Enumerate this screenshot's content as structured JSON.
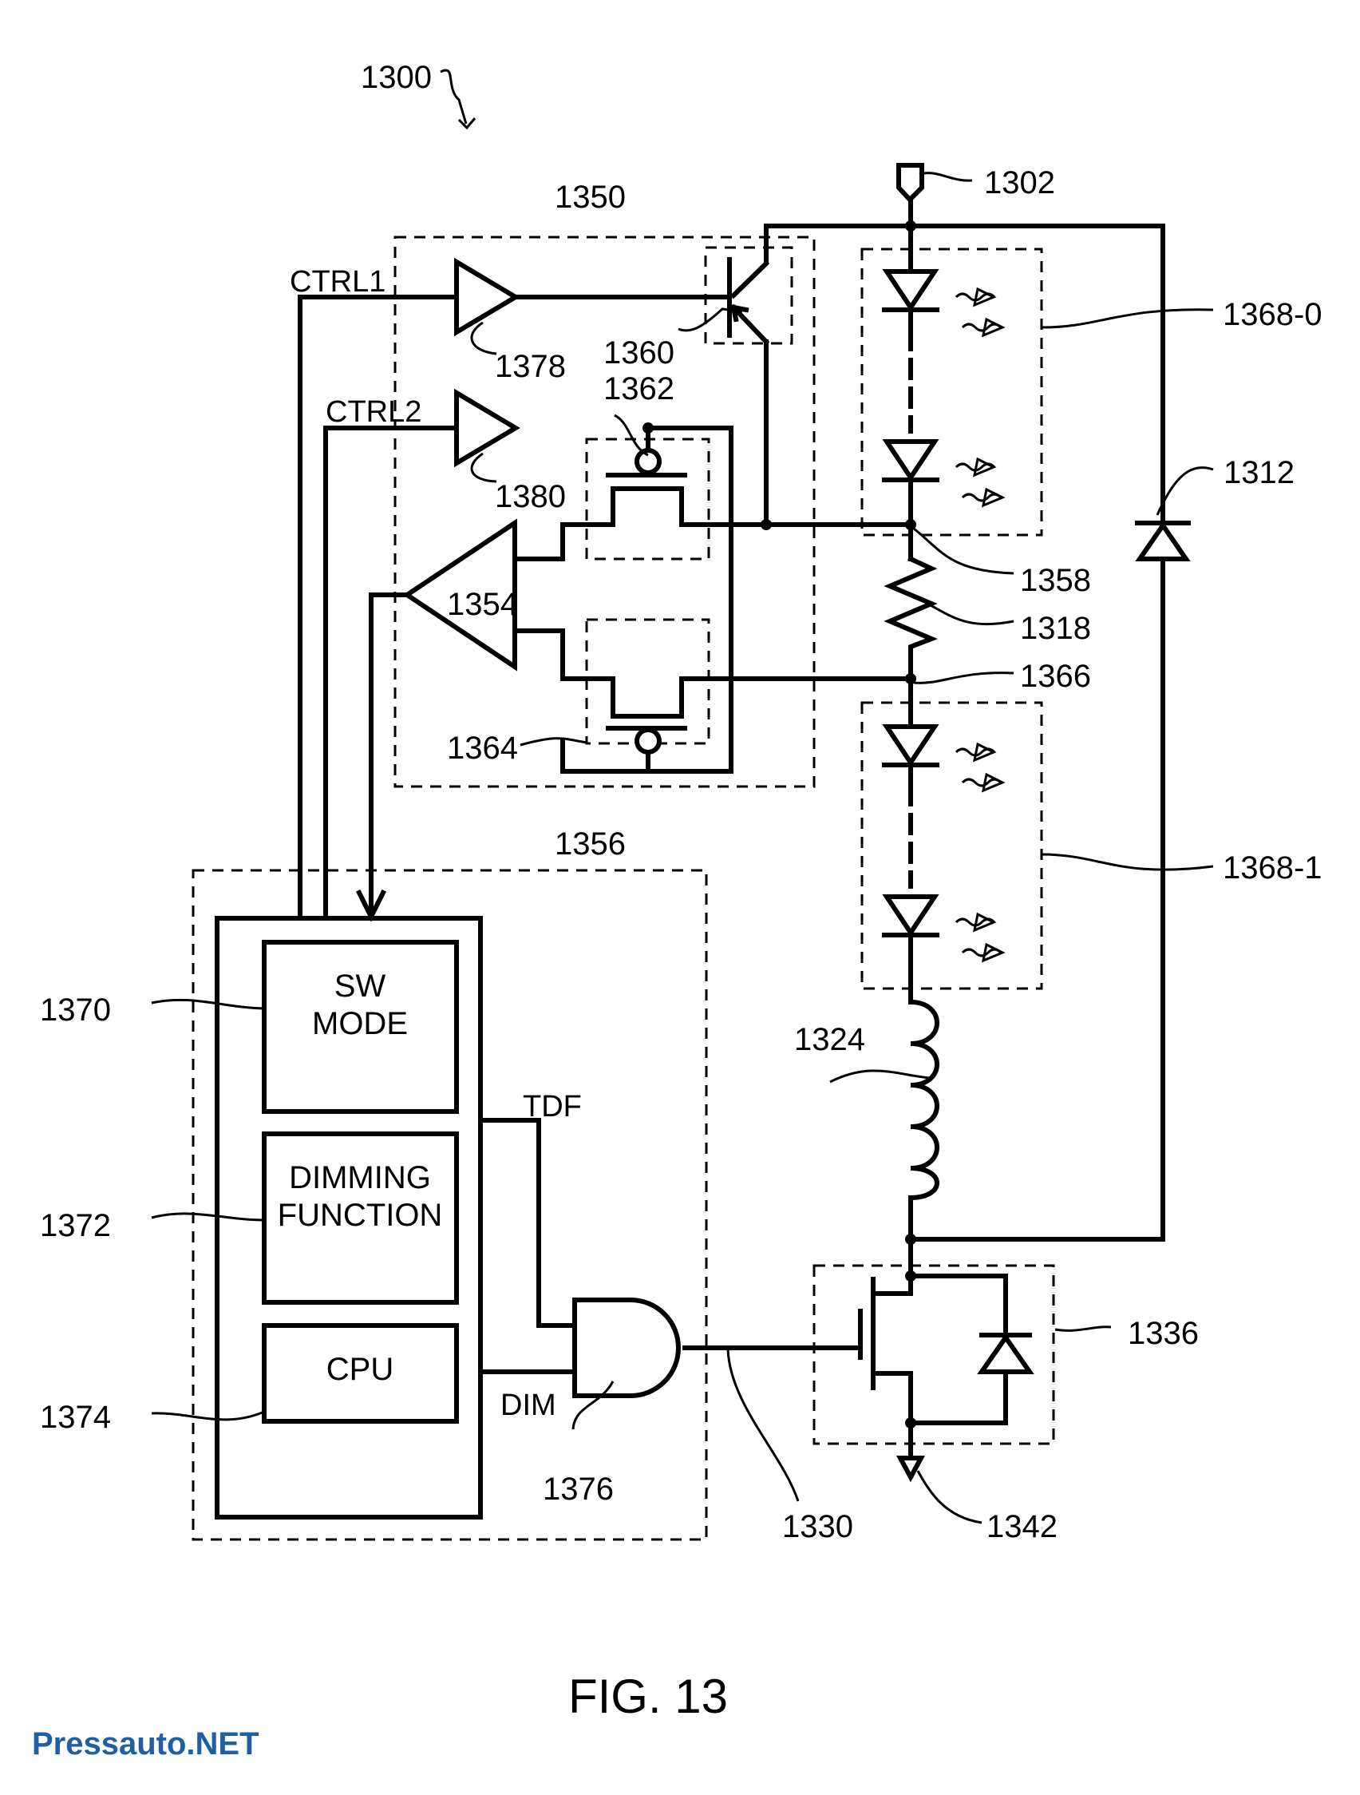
{
  "figure": {
    "main_ref": "1300",
    "caption": "FIG. 13"
  },
  "refs": {
    "supply": "1302",
    "ground": "1342",
    "regulator_block": "1350",
    "control_block": "1356",
    "bypass_diode": "1312",
    "resistor": "1318",
    "inductor": "1324",
    "gate_signal": "1330",
    "switch_block": "1336",
    "comparator": "1354",
    "node_top": "1358",
    "bjt": "1360",
    "pmos_top": "1362",
    "pmos_bottom": "1364",
    "node_bottom": "1366",
    "led_string_0": "1368-0",
    "led_string_1": "1368-1",
    "sw_mode_block": "1370",
    "dimming_block": "1372",
    "cpu_block": "1374",
    "and_gate": "1376",
    "buffer_1": "1378",
    "buffer_2": "1380"
  },
  "signals": {
    "ctrl1": "CTRL1",
    "ctrl2": "CTRL2",
    "tdf": "TDF",
    "dim": "DIM"
  },
  "blocks": {
    "sw_mode_line1": "SW",
    "sw_mode_line2": "MODE",
    "dimming_line1": "DIMMING",
    "dimming_line2": "FUNCTION",
    "cpu": "CPU"
  },
  "watermark": "Pressauto.NET",
  "icons": [
    "led-icon",
    "light-ray-icon",
    "transistor-icon",
    "diode-icon",
    "resistor-icon",
    "inductor-icon",
    "and-gate-icon",
    "buffer-icon",
    "comparator-icon",
    "ground-icon",
    "supply-icon"
  ]
}
